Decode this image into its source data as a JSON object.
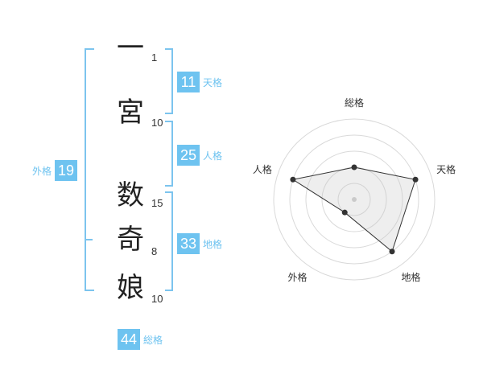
{
  "name": {
    "characters": [
      {
        "char": "一",
        "strokes": "1"
      },
      {
        "char": "宮",
        "strokes": "10"
      },
      {
        "char": "数",
        "strokes": "15"
      },
      {
        "char": "奇",
        "strokes": "8"
      },
      {
        "char": "娘",
        "strokes": "10"
      }
    ]
  },
  "kaku": {
    "tenkaku": {
      "value": "11",
      "label": "天格"
    },
    "jinkaku": {
      "value": "25",
      "label": "人格"
    },
    "chikaku": {
      "value": "33",
      "label": "地格"
    },
    "gaikaku": {
      "value": "19",
      "label": "外格"
    },
    "soukaku": {
      "value": "44",
      "label": "総格"
    }
  },
  "colors": {
    "accent": "#6ec3f0",
    "bracket": "#7cc4ee"
  },
  "chart_data": {
    "type": "radar",
    "axes": [
      "総格",
      "天格",
      "地格",
      "外格",
      "人格"
    ],
    "values": [
      2,
      4,
      4,
      1,
      4
    ],
    "max": 5
  }
}
